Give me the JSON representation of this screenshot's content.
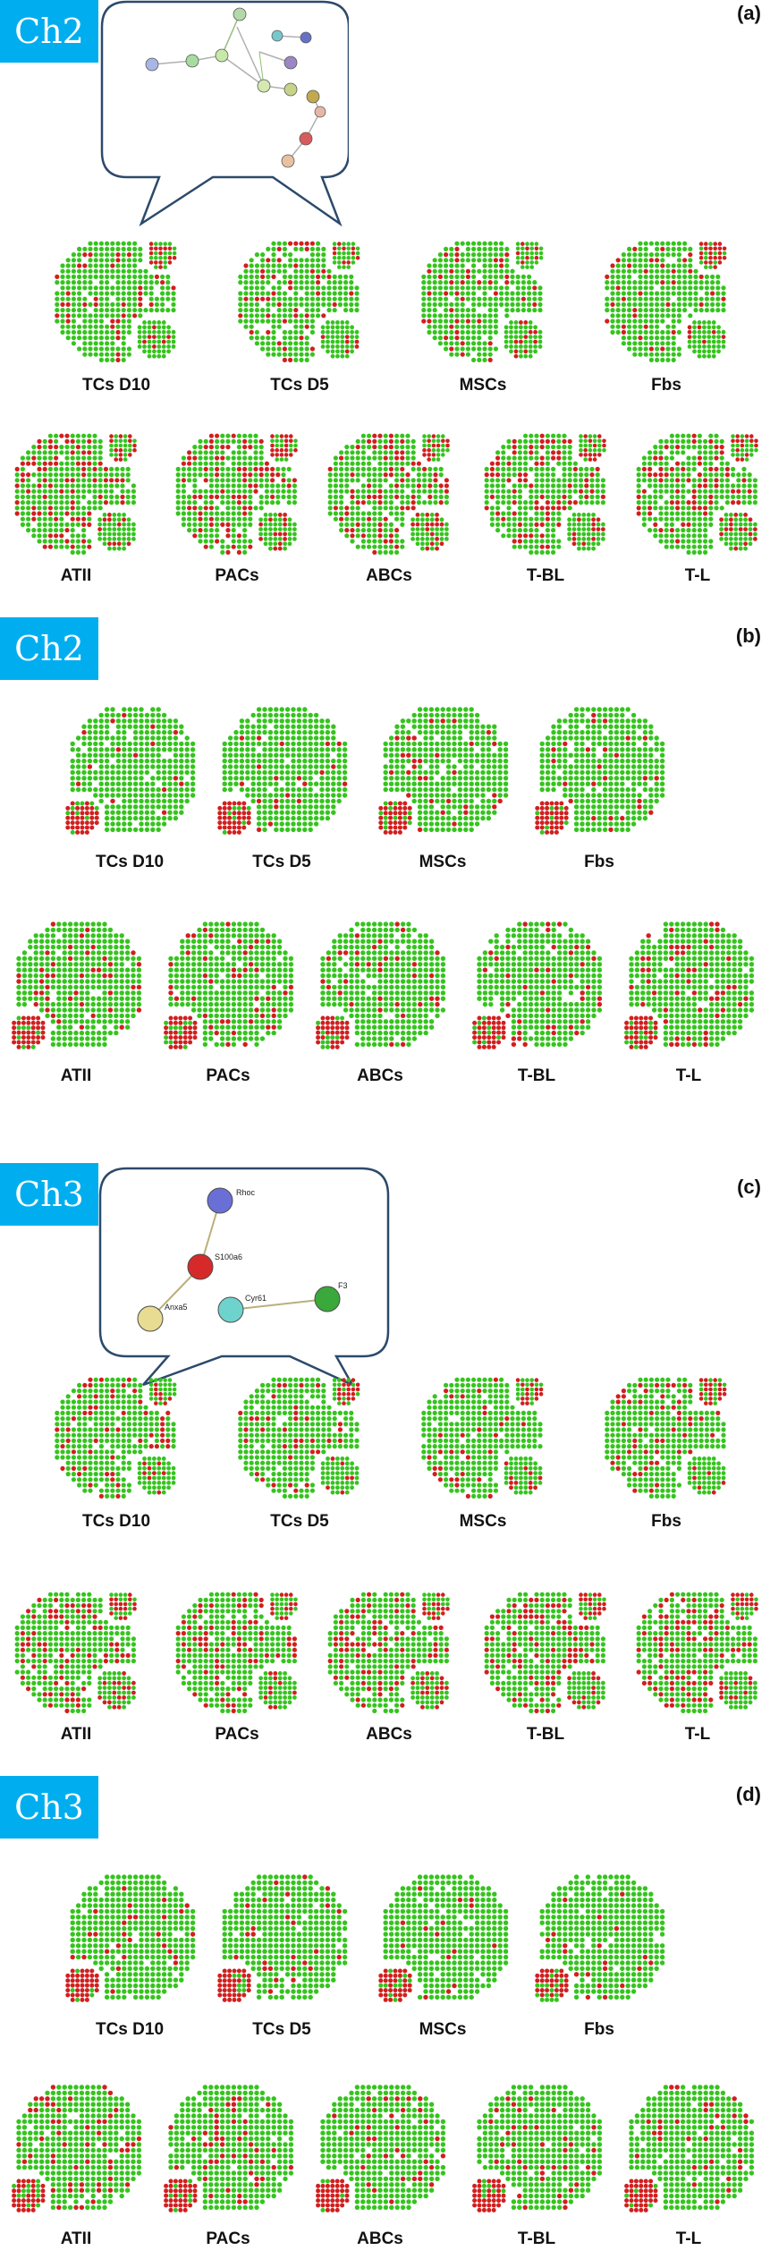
{
  "colors": {
    "chip": "#00aeef",
    "up": "#d11f1f",
    "down": "#35c41e",
    "hole": "#ffffff"
  },
  "sections": [
    {
      "id": "a",
      "chip": "Ch2",
      "letter": "(a)",
      "layout": "split",
      "callout": true,
      "row1": [
        "TCs D10",
        "TCs D5",
        "MSCs",
        "Fbs"
      ],
      "row2": [
        "ATII",
        "PACs",
        "ABCs",
        "T-BL",
        "T-L"
      ]
    },
    {
      "id": "b",
      "chip": "Ch2",
      "letter": "(b)",
      "layout": "corner",
      "callout": false,
      "row1": [
        "TCs D10",
        "TCs D5",
        "MSCs",
        "Fbs"
      ],
      "row2": [
        "ATII",
        "PACs",
        "ABCs",
        "T-BL",
        "T-L"
      ]
    },
    {
      "id": "c",
      "chip": "Ch3",
      "letter": "(c)",
      "layout": "split",
      "callout": true,
      "row1": [
        "TCs D10",
        "TCs D5",
        "MSCs",
        "Fbs"
      ],
      "row2": [
        "ATII",
        "PACs",
        "ABCs",
        "T-BL",
        "T-L"
      ]
    },
    {
      "id": "d",
      "chip": "Ch3",
      "letter": "(d)",
      "layout": "corner",
      "callout": false,
      "row1": [
        "TCs D10",
        "TCs D5",
        "MSCs",
        "Fbs"
      ],
      "row2": [
        "ATII",
        "PACs",
        "ABCs",
        "T-BL",
        "T-L"
      ]
    }
  ],
  "network_c": {
    "nodes": [
      "Rhoc",
      "S100a6",
      "Anxa5",
      "Cyr61",
      "F3"
    ]
  }
}
